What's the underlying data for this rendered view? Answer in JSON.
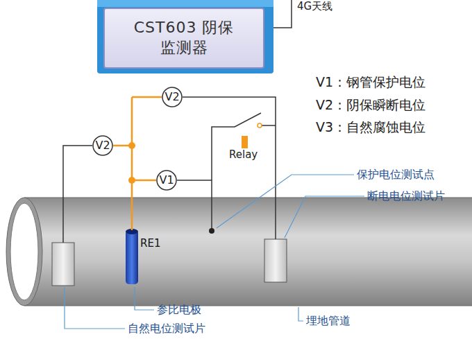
{
  "diagram": {
    "nodes": [
      {
        "text": [
          "CST603 阴保监测器"
        ]
      },
      {
        "text": [
          "V2"
        ]
      },
      {
        "text": [
          "V2"
        ]
      },
      {
        "text": [
          "V1"
        ]
      }
    ],
    "labels": [
      "4G天线",
      "V1：钢管保护电位",
      "V2：阴保瞬断电位",
      "V3：自然腐蚀电位",
      "Relay",
      "保护电位测试点",
      "断电电位测试片",
      "RE1",
      "参比电极",
      "自然电位测试片",
      "埋地管道"
    ]
  }
}
